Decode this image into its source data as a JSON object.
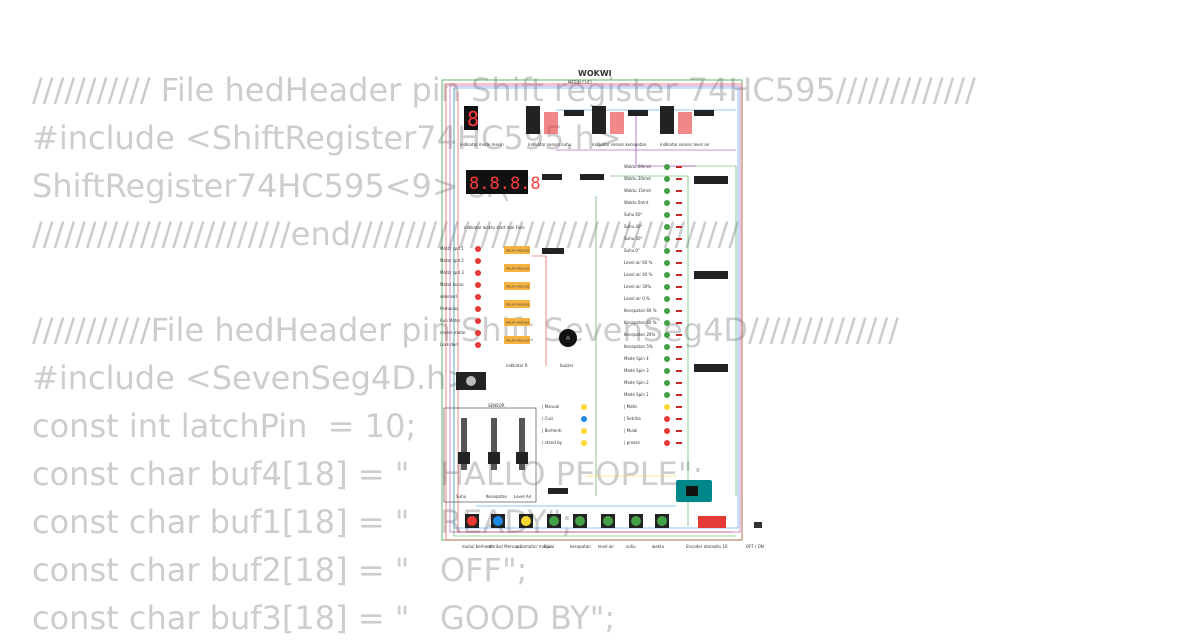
{
  "background_code": [
    "/////////// File hedHeader pin Shift register 74HC595/////////////",
    "#include <ShiftRegister74HC595.h>",
    "ShiftRegister74HC595<9> sr(",
    "////////////////////////end////////////////////////////////////",
    "",
    "///////////File hedHeader pin Shift SevenSeg4D//////////////",
    "#include <SevenSeg4D.h>",
    "const int latchPin  = 10;",
    "const char buf4[18] = \"   HALLO PEOPLE\";",
    "const char buf1[18] = \"   READY\";",
    "const char buf2[18] = \"   OFF\";",
    "const char buf3[18] = \"   GOOD BY\";"
  ],
  "board": {
    "logo": "WOKWI",
    "subtitle": "MESIN CUCI",
    "display_digit": "8",
    "display_4digit": "8.8.8.8",
    "section_labels": {
      "mode": "indikator mode mesin",
      "suhu": "indikator sensor suhu",
      "kecepatan": "indikator sensor kecepatan",
      "level": "indikator sensor level air",
      "waktu": "indikator waktu start dan Finis",
      "indikator_r": "indikator R",
      "buzzer": "buzzer",
      "sensor": "SENSOR",
      "encoder": "Encoder otomatis 16",
      "offon": "OFF / ON"
    },
    "relay_labels": [
      "Motor spd 1",
      "Motor spd 2",
      "Motor spd 3",
      "Motor kuras",
      "selenoid",
      "Pemanas",
      "Run Motor",
      "revers motor",
      "Lock dorr"
    ],
    "relay_text": "RELAY MODULE",
    "right_labels": [
      "Waktu 60mnt",
      "Waktu 30mnt",
      "Waktu 15mnt",
      "Waktu 0mnt",
      "Suhu 60°",
      "Suhu 40°",
      "Suhu 30°",
      "Suhu 0°",
      "Level air 60 %",
      "Level air 40 %",
      "Level air 30%",
      "Level air 0 %",
      "Kecepatan 60 %",
      "Kecepatan 40 %",
      "Kecepatan 20%",
      "Kecepatan 5%",
      "Mode Spin 4",
      "Mode Spin 3",
      "Mode Spin 2",
      "Mode Spin 1",
      "| Matic",
      "| Setrika",
      "| Mulai",
      "| proses"
    ],
    "mode_labels": [
      "| Manual",
      "| Cuci",
      "| Berhenti",
      "| stand by"
    ],
    "slider_labels": [
      "Suhu",
      "Kecepatan",
      "Level Air"
    ],
    "button_labels": [
      "mulai/ berhenti",
      "setrika/ Mencuci",
      "automatic/ manual",
      "Spin",
      "kecepatan",
      "level air",
      "suhu",
      "waktu"
    ],
    "colors": {
      "wire_red": "#e53935",
      "wire_green": "#43a047",
      "wire_blue": "#1e88e5",
      "wire_purple": "#8e24aa",
      "wire_yellow": "#fdd835",
      "chip": "#222222",
      "arduino": "#00878a"
    }
  }
}
